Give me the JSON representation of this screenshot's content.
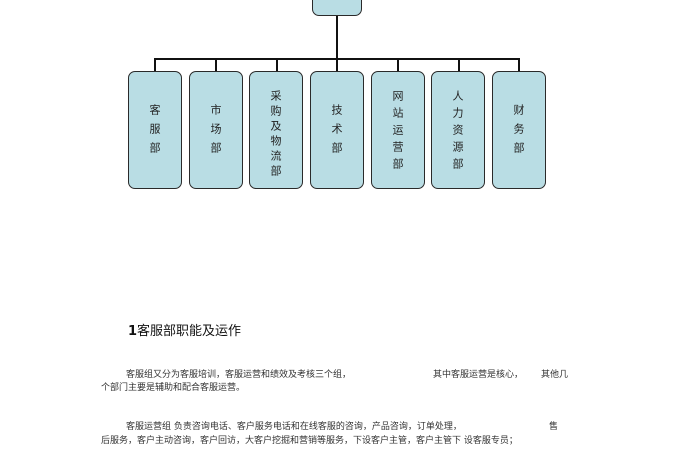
{
  "org_chart": {
    "departments": [
      {
        "label": "客服部"
      },
      {
        "label": "市场部"
      },
      {
        "label": "采购及物流部"
      },
      {
        "label": "技术部"
      },
      {
        "label": "网站运营部"
      },
      {
        "label": "人力资源部"
      },
      {
        "label": "财务部"
      }
    ],
    "box_color": "#b9dde4"
  },
  "section": {
    "number": "1",
    "title": "客服部职能及运作"
  },
  "paragraphs": {
    "p1_line1_a": "客服组又分为客服培训，客服运营和绩效及考核三个组，",
    "p1_line1_b": "其中客服运营是核心，",
    "p1_line1_c": "其他几",
    "p1_line2": "个部门主要是辅助和配合客服运营。",
    "p2_line1_a": "客服运营组 负责咨询电话、客户服务电话和在线客服的咨询，产品咨询，订单处理，",
    "p2_line1_b": "售",
    "p2_line2": "后服务，客户主动咨询，客户回访，大客户挖掘和营销等服务，下设客户主管，客户主管下 设客服专员；"
  }
}
